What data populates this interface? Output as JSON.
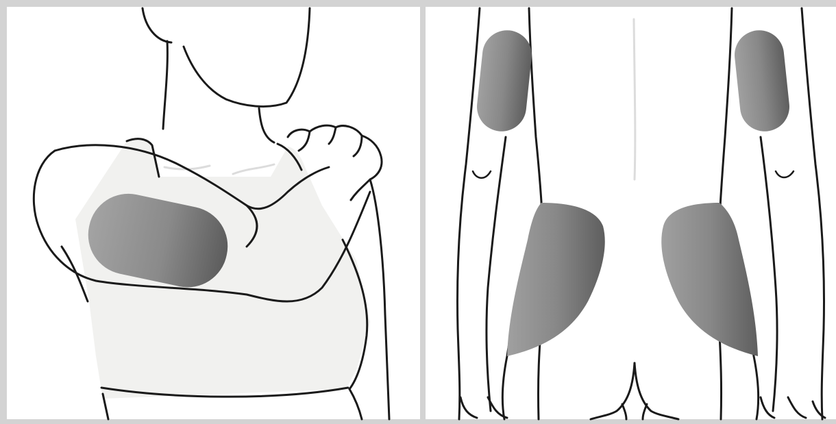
{
  "figure": {
    "panels": [
      {
        "id": "left",
        "subject": "person-holding-opposite-shoulder-front-view",
        "highlighted_areas": [
          "upper-arm"
        ]
      },
      {
        "id": "right",
        "subject": "person-back-view",
        "highlighted_areas": [
          "left-upper-arm",
          "right-upper-arm",
          "left-buttock",
          "right-buttock"
        ]
      }
    ]
  },
  "colors": {
    "frame": "#d3d3d3",
    "line": "#1a1a1a",
    "highlight_light": "#9b9b9b",
    "highlight_dark": "#5f5f5f",
    "garment": "#f1f1ef",
    "faint": "#dcdcdc"
  }
}
